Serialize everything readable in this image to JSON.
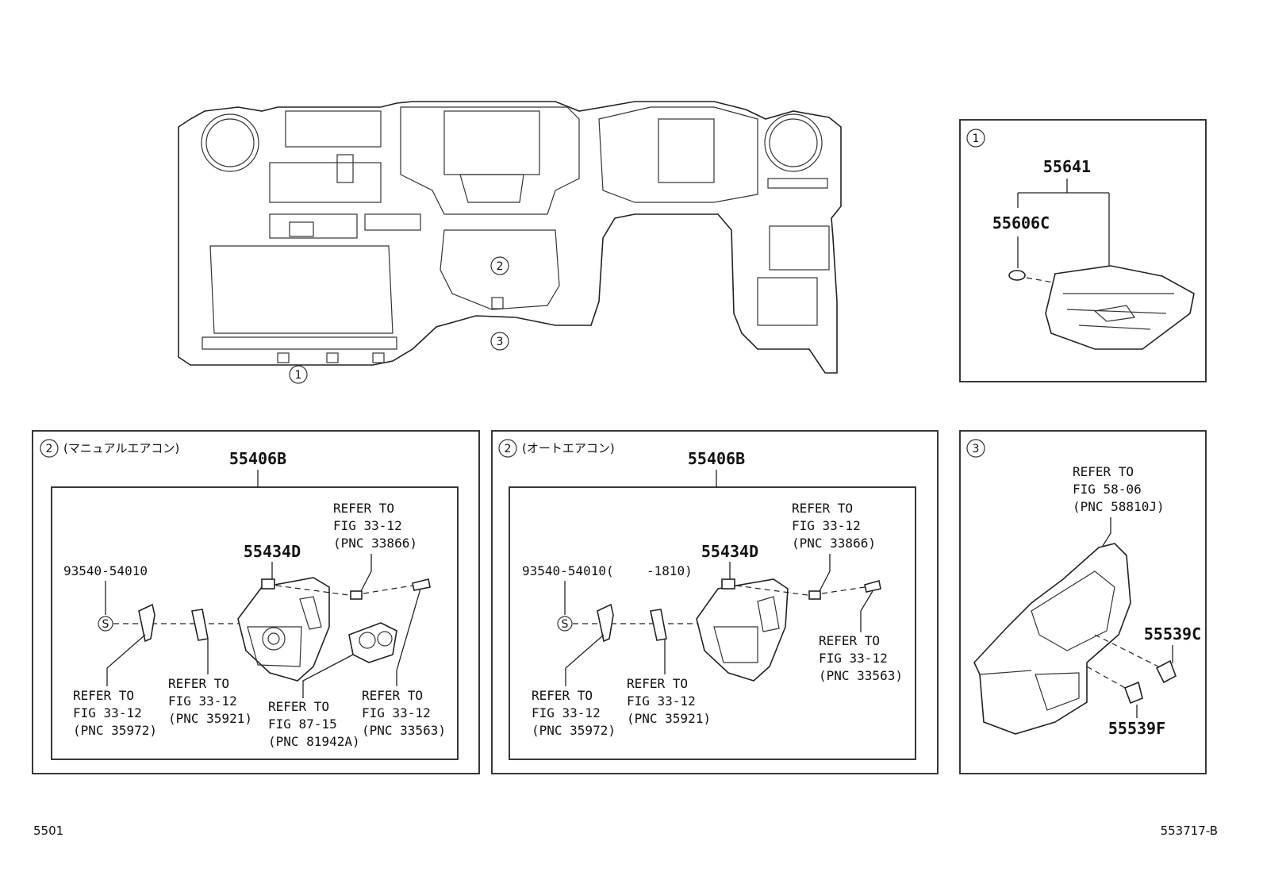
{
  "main_view": {
    "callout_1": "1",
    "callout_2": "2",
    "callout_3": "3"
  },
  "panel_1": {
    "callout": "1",
    "part_assembly": "55641",
    "part_clip": "55606C"
  },
  "panel_2a": {
    "callout": "2",
    "variant": "(マニュアルエアコン)",
    "part_main": "55406B",
    "part_switch": "55434D",
    "part_screw": "93540-54010",
    "screw_symbol": "S",
    "ref_top": [
      "REFER TO",
      "FIG 33-12",
      "(PNC 33866)"
    ],
    "ref_a": [
      "REFER TO",
      "FIG 33-12",
      "(PNC 35972)"
    ],
    "ref_b": [
      "REFER TO",
      "FIG 33-12",
      "(PNC 35921)"
    ],
    "ref_c": [
      "REFER TO",
      "FIG 87-15",
      "(PNC 81942A)"
    ],
    "ref_d": [
      "REFER TO",
      "FIG 33-12",
      "(PNC 33563)"
    ]
  },
  "panel_2b": {
    "callout": "2",
    "variant": "(オートエアコン)",
    "part_main": "55406B",
    "part_switch": "55434D",
    "part_screw": "93540-54010(",
    "part_screw_range": "-1810)",
    "screw_symbol": "S",
    "ref_top": [
      "REFER TO",
      "FIG 33-12",
      "(PNC 33866)"
    ],
    "ref_a": [
      "REFER TO",
      "FIG 33-12",
      "(PNC 35972)"
    ],
    "ref_b": [
      "REFER TO",
      "FIG 33-12",
      "(PNC 35921)"
    ],
    "ref_d": [
      "REFER TO",
      "FIG 33-12",
      "(PNC 33563)"
    ]
  },
  "panel_3": {
    "callout": "3",
    "ref_top": [
      "REFER TO",
      "FIG 58-06",
      "(PNC 58810J)"
    ],
    "part_c": "55539C",
    "part_f": "55539F"
  },
  "footer": {
    "left_code": "5501",
    "right_code": "553717-B"
  }
}
